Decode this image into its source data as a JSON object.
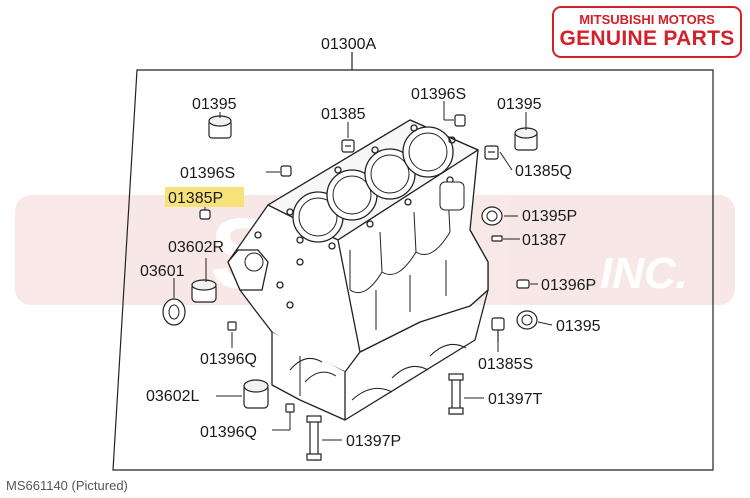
{
  "brand_badge": {
    "line1": "MITSUBISHI MOTORS",
    "line2": "GENUINE PARTS"
  },
  "diagram": {
    "assembly_label": "01300A",
    "labels": {
      "p01395_top_left": "01395",
      "p01385_top": "01385",
      "p01396s_top": "01396S",
      "p01395_top_right": "01395",
      "p01396s_left": "01396S",
      "p01385q": "01385Q",
      "p01385p_highlight": "01385P",
      "p01395p": "01395P",
      "p03602r": "03602R",
      "p01387": "01387",
      "p03601": "03601",
      "p01396p": "01396P",
      "p01395_right": "01395",
      "p01396q_mid": "01396Q",
      "p01385s": "01385S",
      "p03602l": "03602L",
      "p01397t": "01397T",
      "p01396q_bottom": "01396Q",
      "p01397p": "01397P"
    },
    "highlighted_part": "01385P",
    "highlight_color": "#f7e27a"
  },
  "watermark": {
    "text": "SM",
    "subtext": "INC."
  },
  "caption": "MS661140  (Pictured)"
}
